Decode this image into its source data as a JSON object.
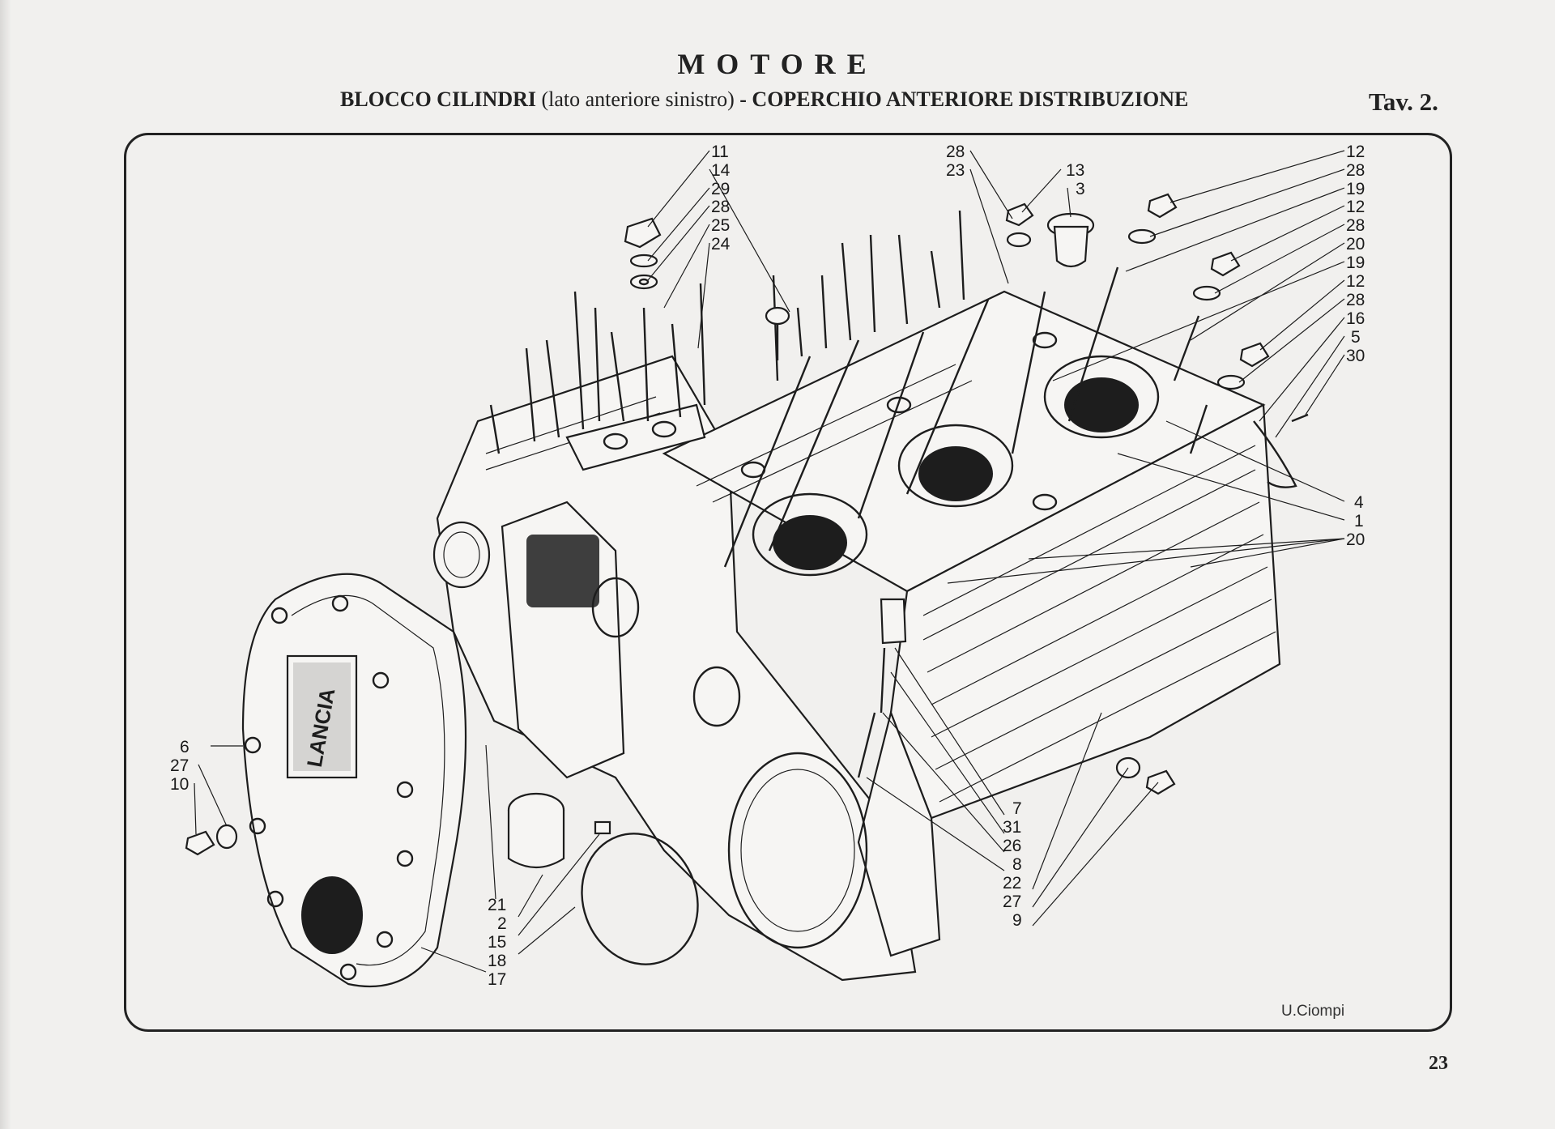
{
  "header": {
    "title": "MOTORE",
    "subtitle_main": "BLOCCO CILINDRI",
    "subtitle_paren": "(lato anteriore sinistro)",
    "subtitle_rest": "- COPERCHIO ANTERIORE DISTRIBUZIONE",
    "plate": "Tav. 2."
  },
  "page_number": "23",
  "signature": "U.Ciompi",
  "cover_logo": "LANCIA",
  "callouts": {
    "top_left_column": [
      "11",
      "14",
      "29",
      "28",
      "25",
      "24"
    ],
    "top_center_left": [
      "28",
      "23"
    ],
    "top_center_right": [
      "13",
      "3"
    ],
    "right_column_top": [
      "12",
      "28",
      "19",
      "12",
      "28",
      "20",
      "19",
      "12",
      "28",
      "16",
      "5",
      "30"
    ],
    "right_column_mid": [
      "4",
      "1",
      "20"
    ],
    "bottom_center": [
      "7",
      "31",
      "26",
      "8",
      "22",
      "27",
      "9"
    ],
    "left_cover": [
      "6",
      "27",
      "10"
    ],
    "bottom_left": [
      "21",
      "2",
      "15",
      "18",
      "17"
    ]
  }
}
